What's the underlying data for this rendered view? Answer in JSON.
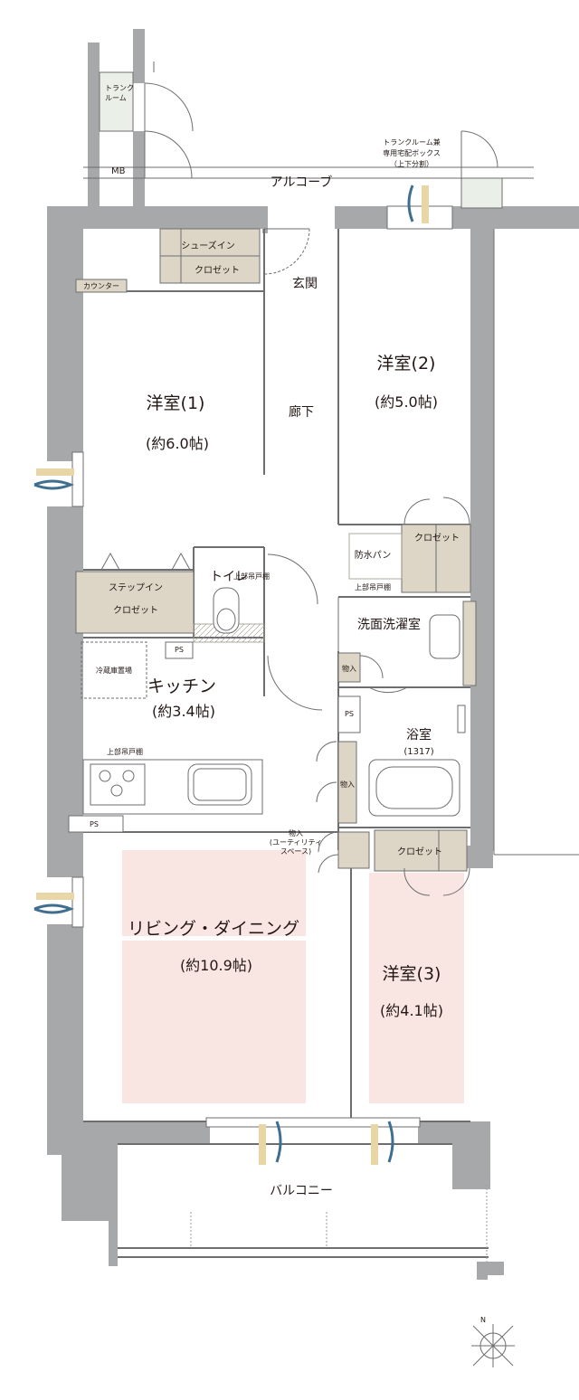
{
  "labels": {
    "trunk_room": "トランク\nルーム",
    "mb": "MB",
    "trunk_delivery": [
      "トランクルーム兼",
      "専用宅配ボックス",
      "（上下分割）"
    ],
    "alcove": "アルコーブ",
    "shoes_closet": [
      "シューズイン",
      "クロゼット"
    ],
    "entrance": "玄関",
    "counter": "カウンター",
    "room1_name": "洋室(1)",
    "room1_area": "(約6.0帖)",
    "corridor": "廊下",
    "room2_name": "洋室(2)",
    "room2_area": "(約5.0帖)",
    "closet2": "クロゼット",
    "waterproof_pan": "防水パン",
    "upper_shelf_a": "上部吊戸棚",
    "upper_shelf_toilet": "上部吊戸棚",
    "step_closet": [
      "ステップイン",
      "クロゼット"
    ],
    "toilet": "トイレ",
    "washroom": "洗面洗濯室",
    "storage_wash": "物入",
    "ps1": "PS",
    "fridge": "冷蔵庫置場",
    "kitchen_name": "キッチン",
    "kitchen_area": "(約3.4帖)",
    "ps2": "PS",
    "bath_name": "浴室",
    "bath_size": "(1317)",
    "upper_shelf_kitchen": "上部吊戸棚",
    "storage_bath": "物入",
    "ps3": "PS",
    "storage_utility": [
      "物入",
      "(ユーティリティ",
      "スペース)"
    ],
    "closet3": "クロゼット",
    "living_name": "リビング・ダイニング",
    "living_area": "(約10.9帖)",
    "room3_name": "洋室(3)",
    "room3_area": "(約4.1帖)",
    "balcony": "バルコニー",
    "north": "N"
  },
  "colors": {
    "wall": "#a7a8aa",
    "closet": "#ddd6c6",
    "floor_highlight": "#f9e6e2",
    "line": "#6d6e70",
    "text": "#231815",
    "air_blue": "#3f6f8f",
    "air_beige": "#e9d6a6"
  }
}
